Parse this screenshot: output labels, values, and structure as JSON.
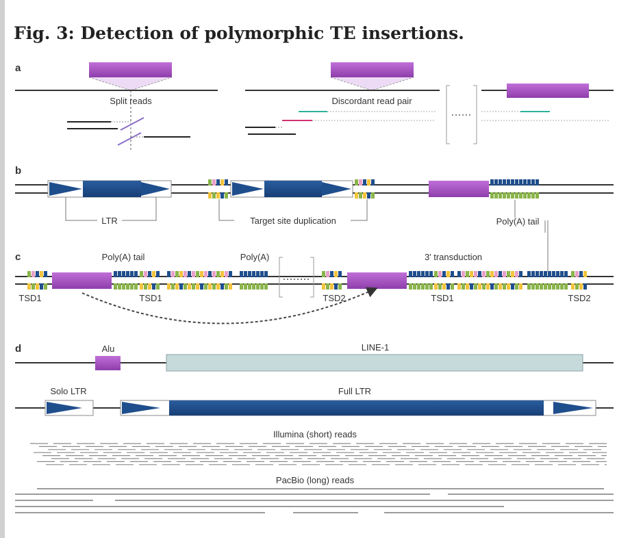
{
  "figure": {
    "title": "Fig. 3: Detection of polymorphic TE insertions."
  },
  "panels": {
    "a": {
      "label": "a",
      "split_reads": "Split reads",
      "discordant_pair": "Discordant read pair"
    },
    "b": {
      "label": "b",
      "ltr": "LTR",
      "target_site_duplication": "Target site duplication",
      "poly_a_tail": "Poly(A) tail"
    },
    "c": {
      "label": "c",
      "poly_a_tail": "Poly(A) tail",
      "poly_a": "Poly(A)",
      "three_prime_transduction": "3′ transduction",
      "tsd1": "TSD1",
      "tsd2": "TSD2"
    },
    "d": {
      "label": "d",
      "alu": "Alu",
      "line1": "LINE-1",
      "solo_ltr": "Solo LTR",
      "full_ltr": "Full LTR",
      "illumina_reads": "Illumina (short) reads",
      "pacbio_reads": "PacBio (long) reads"
    }
  },
  "colors": {
    "te_insertion": "#a64fc0",
    "ltr_body": "#1f4e8c",
    "line1": "#c6dadb",
    "read_teal": "#2bb39a",
    "read_pink": "#d0316d",
    "read_purple": "#8a6fc9",
    "tsd_blue": "#1f4e8c",
    "tsd_green": "#8ab44a",
    "tsd_yellow": "#f2c43c",
    "tsd_pink": "#e8a0c8"
  }
}
